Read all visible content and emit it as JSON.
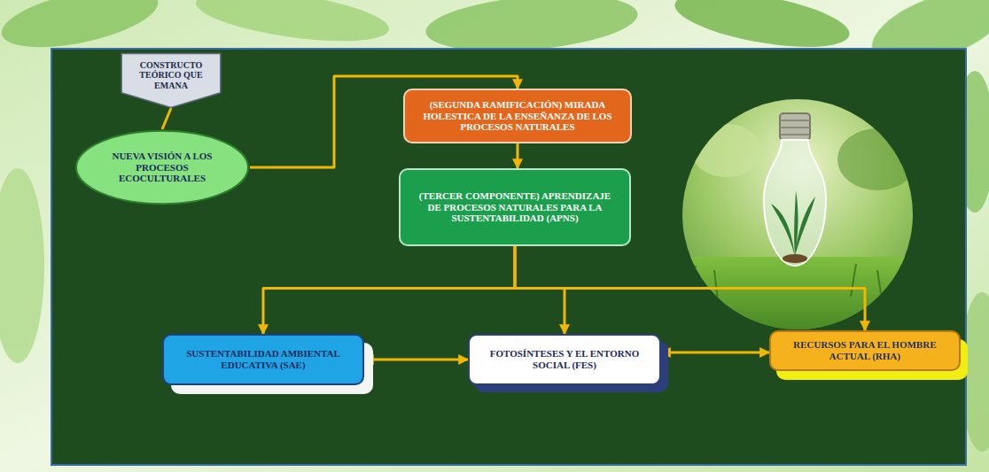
{
  "diagram": {
    "nodes": [
      {
        "text": [
          "CONSTRUCTO TEÓRICO QUE EMANA"
        ]
      },
      {
        "text": [
          "NUEVA VISIÓN A LOS PROCESOS ECOCULTURALES"
        ]
      },
      {
        "text": [
          "(SEGUNDA RAMIFICACIÓN) MIRADA HOLESTICA DE LA ENSEÑANZA DE LOS PROCESOS NATURALES"
        ]
      },
      {
        "text": [
          "(TERCER COMPONENTE) APRENDIZAJE DE PROCESOS NATURALES PARA LA SUSTENTABILIDAD (APNS)"
        ]
      },
      {
        "text": [
          "SUSTENTABILIDAD AMBIENTAL EDUCATIVA (SAE)"
        ]
      },
      {
        "text": [
          "FOTOSÍNTESES Y EL ENTORNO SOCIAL (FES)"
        ]
      },
      {
        "text": [
          "RECURSOS PARA EL HOMBRE ACTUAL (RHA)"
        ]
      }
    ],
    "edges": [
      {
        "from": 0,
        "to": 1,
        "arrow": "none"
      },
      {
        "from": 1,
        "to": 2,
        "arrow": "to"
      },
      {
        "from": 2,
        "to": 3,
        "arrow": "to"
      },
      {
        "from": 3,
        "to": 4,
        "arrow": "to"
      },
      {
        "from": 3,
        "to": 5,
        "arrow": "to"
      },
      {
        "from": 3,
        "to": 6,
        "arrow": "to"
      },
      {
        "from": 4,
        "to": 5,
        "arrow": "both"
      },
      {
        "from": 5,
        "to": 6,
        "arrow": "both"
      }
    ]
  }
}
